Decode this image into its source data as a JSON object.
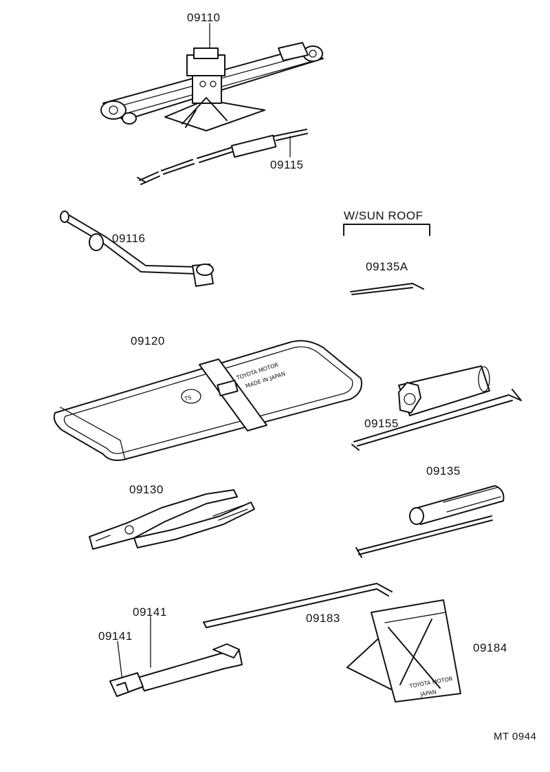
{
  "parts": {
    "jack": "09110",
    "jack_handle": "09115",
    "wheel_nut_wrench": "09116",
    "sunroof_wrench": "09135A",
    "tool_bag": "09120",
    "hub_nut_wrench": "09155",
    "pliers": "09130",
    "screwdriver": "09135",
    "spanner_a": "09141",
    "spanner_b": "09141",
    "tire_lever": "09183",
    "wheel_chock": "09184"
  },
  "sunroof_note": "W/SUN ROOF",
  "stamps": {
    "bag_line1": "TOYOTA MOTOR",
    "bag_line2": "MADE IN JAPAN",
    "chock_line1": "TOYOTA MOTOR",
    "chock_line2": "JAPAN"
  },
  "figure_code": "MT 0944"
}
